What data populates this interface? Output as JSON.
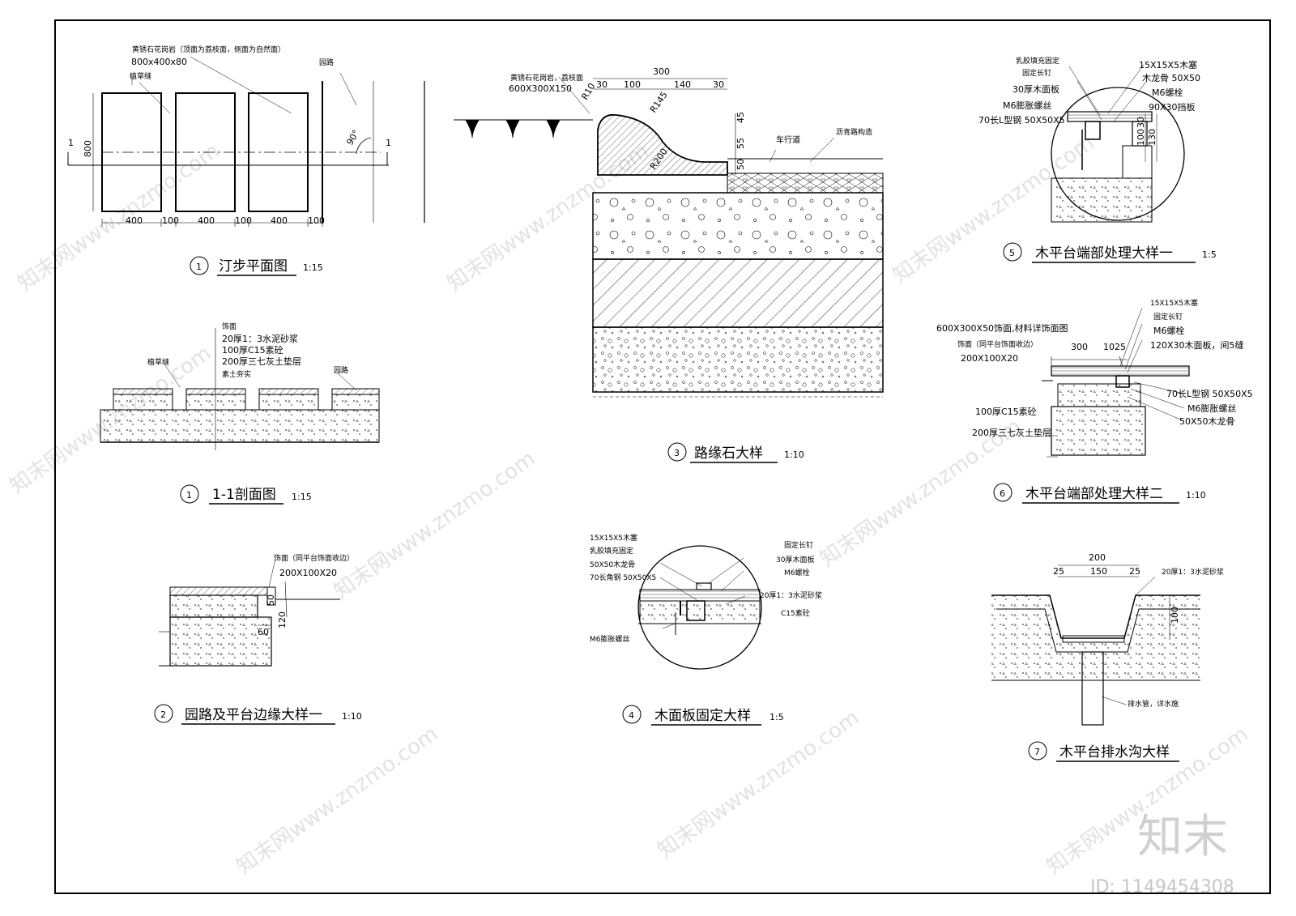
{
  "titles": {
    "t1": {
      "num": "1",
      "text": "汀步平面图",
      "scale": "1:15"
    },
    "t1b": {
      "num": "1",
      "text": "1-1剖面图",
      "scale": "1:15"
    },
    "t2": {
      "num": "2",
      "text": "园路及平台边缘大样一",
      "scale": "1:10"
    },
    "t3": {
      "num": "3",
      "text": "路缘石大样",
      "scale": "1:10"
    },
    "t4": {
      "num": "4",
      "text": "木面板固定大样",
      "scale": "1:5"
    },
    "t5": {
      "num": "5",
      "text": "木平台端部处理大样一",
      "scale": "1:5"
    },
    "t6": {
      "num": "6",
      "text": "木平台端部处理大样二",
      "scale": "1:10"
    },
    "t7": {
      "num": "7",
      "text": "木平台排水沟大样",
      "scale": ""
    }
  },
  "d1": {
    "note1": "黄锈石花岗岩（顶面为荔枝面，侧面为自然面）",
    "size": "800x400x80",
    "grass": "植草缝",
    "road": "园路",
    "dim_800": "800",
    "angle": "90°",
    "sec": "1",
    "dims": [
      "400",
      "100",
      "400",
      "100",
      "400",
      "100"
    ]
  },
  "d1b": {
    "layers": [
      "饰面",
      "20厚1：3水泥砂浆",
      "100厚C15素砼",
      "200厚三七灰土垫层",
      "素土夯实"
    ],
    "grass": "植草缝",
    "road": "园路"
  },
  "d2": {
    "note": "饰面（同平台饰面收边）",
    "size": "200X100X20",
    "d50": "50",
    "d120": "120",
    "d60": "60"
  },
  "d3": {
    "note": "黄锈石花岗岩，荔枝面",
    "size": "600X300X150",
    "top": "300",
    "dims": [
      "30",
      "100",
      "140",
      "30"
    ],
    "r10": "R10",
    "r145": "R145",
    "r200": "R200",
    "v45": "45",
    "v55": "55",
    "v50": "50",
    "lane": "车行道",
    "asphalt": "沥青路构造"
  },
  "d4": {
    "labels_left": [
      "15X15X5木塞",
      "乳胶填充固定",
      "50X50木龙骨",
      "70长角钢 50X50X5"
    ],
    "labels_right": [
      "固定长钉",
      "30厚木面板",
      "M6螺栓",
      "20厚1：3水泥砂浆",
      "C15素砼"
    ],
    "bolt": "M6膨胀螺丝"
  },
  "d5": {
    "labels_left": [
      "乳胶填充固定",
      "固定长钉",
      "30厚木面板",
      "M6膨胀螺丝",
      "70长L型钢 50X50X5"
    ],
    "labels_right": [
      "15X15X5木塞",
      "木龙骨 50X50",
      "M6螺栓",
      "90X30挡板"
    ],
    "v30": "30",
    "v100": "100",
    "v130": "130"
  },
  "d6": {
    "labels_left": [
      "600X300X50饰面,材料详饰面图",
      "饰面（同平台饰面收边）",
      "200X100X20",
      "100厚C15素砼",
      "200厚三七灰土垫层"
    ],
    "labels_right": [
      "15X15X5木塞",
      "固定长钉",
      "M6螺栓",
      "120X30木面板，间5缝",
      "70长L型钢 50X50X5",
      "M6膨胀螺丝",
      "50X50木龙骨"
    ],
    "dims": [
      "300",
      "10",
      "25"
    ]
  },
  "d7": {
    "top": "200",
    "dims": [
      "25",
      "150",
      "25"
    ],
    "v100": "100",
    "mortar": "20厚1：3水泥砂浆",
    "pipe": "排水管，详水施"
  },
  "stamp": {
    "logo": "知末",
    "id": "ID: 1149454308",
    "watermark": "知末网www.znzmo.com"
  }
}
